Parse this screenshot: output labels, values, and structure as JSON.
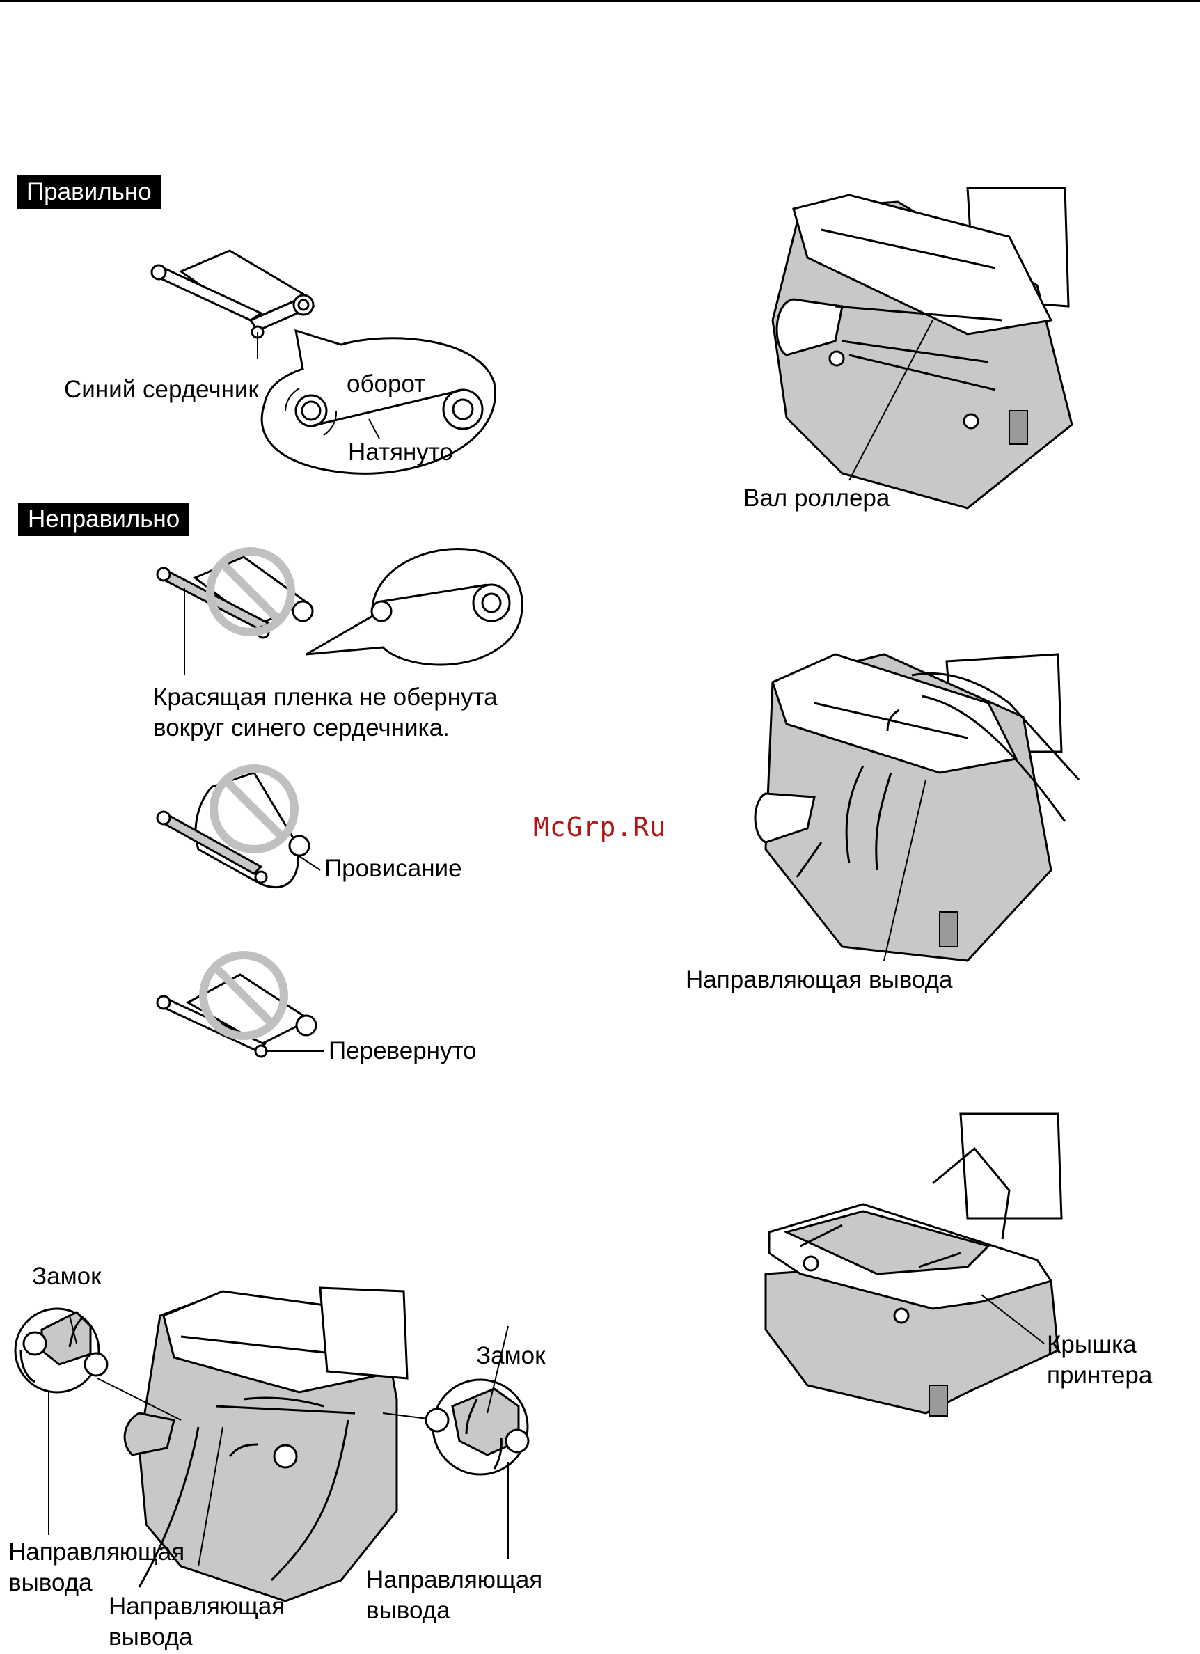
{
  "correct": {
    "tag": "Правильно",
    "blue_core": "Синий сердечник",
    "turn": "оборот",
    "taut": "Натянуто"
  },
  "incorrect": {
    "tag": "Неправильно",
    "not_wrapped_line1": "Красящая пленка не обернута",
    "not_wrapped_line2": "вокруг синего сердечника.",
    "slack": "Провисание",
    "reversed": "Перевернуто"
  },
  "locks": {
    "lock_left": "Замок",
    "lock_right": "Замок",
    "guide_left_line1": "Направляющая",
    "guide_left_line2": "вывода",
    "guide_center_line1": "Направляющая",
    "guide_center_line2": "вывода",
    "guide_right_line1": "Направляющая",
    "guide_right_line2": "вывода"
  },
  "right_column": {
    "roller_shaft": "Вал роллера",
    "output_guide": "Направляющая вывода",
    "printer_cover_line1": "Крышка",
    "printer_cover_line2": "принтера"
  },
  "watermark": "McGrp.Ru"
}
